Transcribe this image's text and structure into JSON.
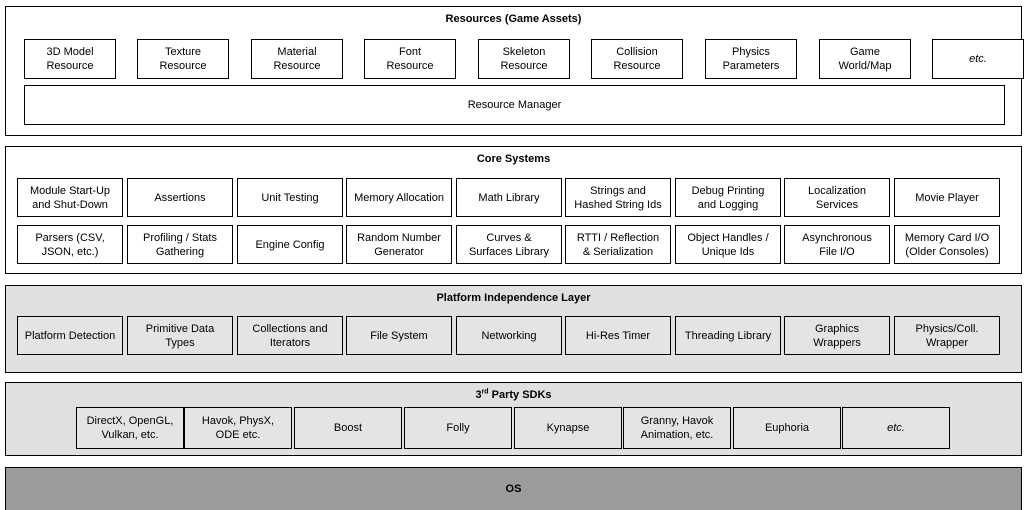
{
  "resources": {
    "title": "Resources (Game Assets)",
    "items": [
      "3D Model\nResource",
      "Texture\nResource",
      "Material\nResource",
      "Font\nResource",
      "Skeleton\nResource",
      "Collision\nResource",
      "Physics\nParameters",
      "Game\nWorld/Map",
      "etc."
    ],
    "manager": "Resource Manager"
  },
  "core": {
    "title": "Core Systems",
    "row1": [
      "Module Start-Up\nand Shut-Down",
      "Assertions",
      "Unit Testing",
      "Memory Allocation",
      "Math Library",
      "Strings and\nHashed String Ids",
      "Debug Printing\nand Logging",
      "Localization\nServices",
      "Movie Player"
    ],
    "row2": [
      "Parsers (CSV,\nJSON, etc.)",
      "Profiling / Stats\nGathering",
      "Engine Config",
      "Random Number\nGenerator",
      "Curves &\nSurfaces Library",
      "RTTI / Reflection\n& Serialization",
      "Object Handles /\nUnique Ids",
      "Asynchronous\nFile I/O",
      "Memory Card I/O\n(Older Consoles)"
    ]
  },
  "platform": {
    "title": "Platform Independence Layer",
    "items": [
      "Platform Detection",
      "Primitive Data\nTypes",
      "Collections and\nIterators",
      "File System",
      "Networking",
      "Hi-Res Timer",
      "Threading Library",
      "Graphics\nWrappers",
      "Physics/Coll.\nWrapper"
    ]
  },
  "sdk": {
    "title_prefix": "3",
    "title_sup": "rd",
    "title_suffix": " Party SDKs",
    "items": [
      "DirectX, OpenGL,\nVulkan, etc.",
      "Havok, PhysX,\nODE etc.",
      "Boost",
      "Folly",
      "Kynapse",
      "Granny, Havok\nAnimation, etc.",
      "Euphoria",
      "etc."
    ]
  },
  "os": {
    "title": "OS"
  }
}
